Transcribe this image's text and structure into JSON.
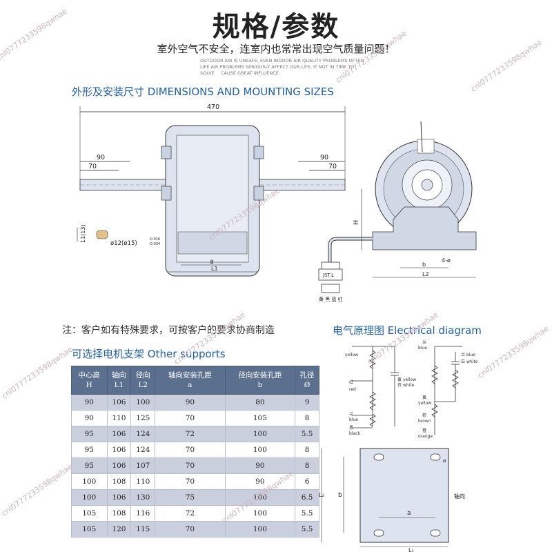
{
  "header": {
    "title": "规格/参数",
    "subtitle": "室外空气不安全，连室内也常常出现空气质量问题！",
    "english_lines": [
      "OUTDOOR AIR IS UNSAFE, EVEN INDOOR AIR QUALITY PROBLEMS OFTEN",
      "LIFE AIR PROBLEMS SERIOUSLY AFFECT OUR LIFE, IF NOT IN TIME TO SOLVE",
      "CAUSE GREAT INFLUENCE"
    ]
  },
  "dimensions": {
    "heading": "外形及安装尺寸  DIMENSIONS AND MOUNTING SIZES",
    "total_length": "470",
    "left_90": "90",
    "left_70": "70",
    "right_90": "90",
    "right_70": "70",
    "shaft_flat": "11(13)",
    "shaft_dia": "ø12(ø15)",
    "tol_upper": "-0.016",
    "tol_lower": "-0.034",
    "a": "a",
    "L1": "L1",
    "H": "H",
    "b": "b",
    "L2": "L2",
    "holes": "4-ø",
    "connector": "JST.L",
    "wire_colors": "黄 黑 蓝 红"
  },
  "note": "注：客户如有特殊要求，可按客户的要求协商制造",
  "supports": {
    "heading": "可选择电机支架  Other supports",
    "columns": [
      [
        "中心高",
        "H"
      ],
      [
        "轴向",
        "L1"
      ],
      [
        "径向",
        "L2"
      ],
      [
        "轴向安装孔距",
        "a"
      ],
      [
        "径向安装孔距",
        "b"
      ],
      [
        "孔径",
        "Ø"
      ]
    ],
    "rows": [
      [
        "90",
        "106",
        "100",
        "90",
        "80",
        "9"
      ],
      [
        "90",
        "110",
        "125",
        "70",
        "105",
        "8"
      ],
      [
        "95",
        "106",
        "124",
        "72",
        "100",
        "5.5"
      ],
      [
        "95",
        "106",
        "124",
        "70",
        "100",
        "8"
      ],
      [
        "95",
        "106",
        "107",
        "70",
        "90",
        "8"
      ],
      [
        "100",
        "108",
        "110",
        "70",
        "90",
        "6"
      ],
      [
        "100",
        "106",
        "130",
        "75",
        "100",
        "6.5"
      ],
      [
        "105",
        "108",
        "116",
        "72",
        "100",
        "5.5"
      ],
      [
        "105",
        "120",
        "115",
        "70",
        "100",
        "5.5"
      ]
    ]
  },
  "electrical": {
    "heading": "电气原理图  Electrical diagram",
    "d1": {
      "yellow_top": "yellow",
      "red_cn": "红",
      "red": "red",
      "yw_cn": "黄",
      "yellow": "yellow",
      "white_cn": "白",
      "white": "white",
      "blue_cn": "兰",
      "blue": "blue",
      "black_cn": "黑",
      "black": "black"
    },
    "d2": {
      "blue_top_cn": "兰",
      "blue_top": "blue",
      "blue_cn": "兰",
      "blue": "blue",
      "white_cn": "白",
      "white": "white",
      "yellow_cn": "黄",
      "yellow": "yellow",
      "brown_cn": "棕",
      "brown": "brown",
      "orange_cn": "橙",
      "orange": "orange"
    }
  },
  "plate": {
    "L2": "L₂",
    "b": "b",
    "a": "a",
    "L1": "L₁",
    "dia": "ø",
    "axial": "轴向"
  },
  "watermark": "cnl0777233598qwhae",
  "colors": {
    "heading_blue": "#1f5fae",
    "table_header": "#5b6f8f",
    "table_alt_row": "#c9cfdc",
    "motor_fill": "#dde4ef"
  }
}
